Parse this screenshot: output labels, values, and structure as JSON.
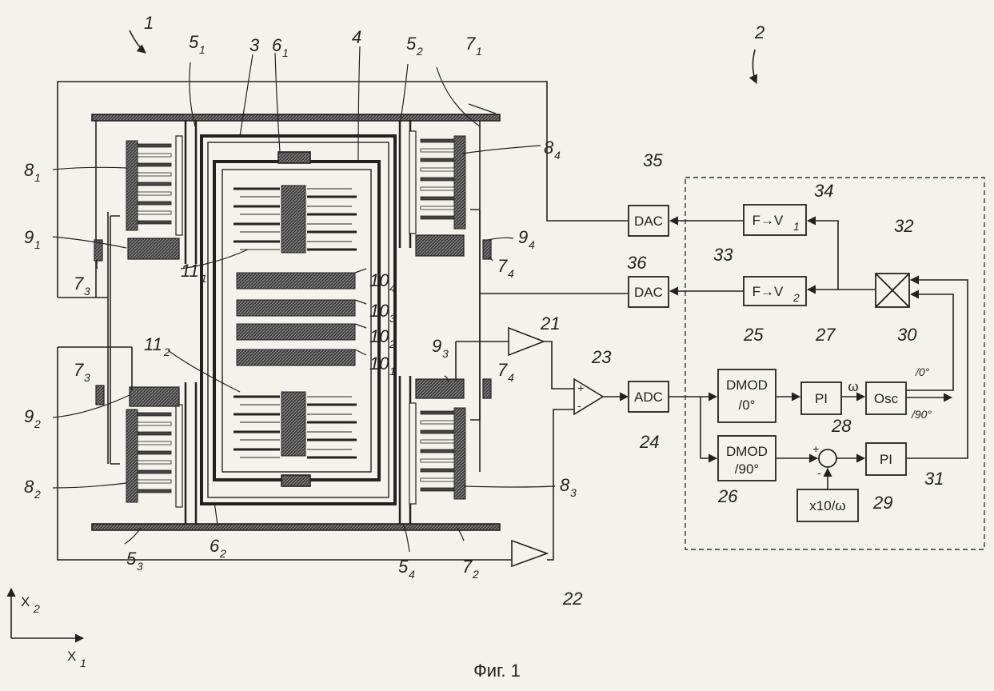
{
  "figure": {
    "caption": "Фиг. 1",
    "system_labels": {
      "sensor": "1",
      "controller": "2"
    },
    "axes": {
      "x1": "X",
      "x1_sub": "1",
      "x2": "X",
      "x2_sub": "2"
    }
  },
  "blocks": {
    "dac_1": {
      "text": "DAC",
      "ref": "35"
    },
    "dac_2": {
      "text": "DAC",
      "ref": "36"
    },
    "f_v1": {
      "text": "F→V",
      "sub": "1",
      "ref": "34"
    },
    "f_v2": {
      "text": "F→V",
      "sub": "2",
      "ref": "33"
    },
    "multiplier": {
      "ref": "32"
    },
    "adc": {
      "text": "ADC",
      "ref": "24"
    },
    "dmod_0": {
      "text": "DMOD",
      "text2": "/0°",
      "ref": "25"
    },
    "dmod_90": {
      "text": "DMOD",
      "text2": "/90°",
      "ref": "26"
    },
    "pi_1": {
      "text": "PI",
      "ref": "27"
    },
    "pi_2": {
      "text": "PI",
      "ref": "31"
    },
    "osc": {
      "text": "Osc",
      "ref": "30",
      "out_0": "/0°",
      "out_90": "/90°"
    },
    "omega": {
      "text": "ω"
    },
    "x10": {
      "text": "x10/ω",
      "ref": "29"
    },
    "summer": {
      "ref": "28",
      "plus": "+",
      "minus": "-"
    },
    "amp_21": {
      "ref": "21"
    },
    "amp_22": {
      "ref": "22"
    },
    "diff_amp": {
      "ref": "23",
      "plus": "+",
      "minus": "-"
    }
  },
  "refs": [
    {
      "id": "3",
      "text": "3"
    },
    {
      "id": "4",
      "text": "4"
    },
    {
      "id": "5_1",
      "text": "5",
      "sub": "1"
    },
    {
      "id": "5_2",
      "text": "5",
      "sub": "2"
    },
    {
      "id": "5_3",
      "text": "5",
      "sub": "3"
    },
    {
      "id": "5_4",
      "text": "5",
      "sub": "4"
    },
    {
      "id": "6_1",
      "text": "6",
      "sub": "1"
    },
    {
      "id": "6_2",
      "text": "6",
      "sub": "2"
    },
    {
      "id": "7_1",
      "text": "7",
      "sub": "1"
    },
    {
      "id": "7_2",
      "text": "7",
      "sub": "2"
    },
    {
      "id": "7_3a",
      "text": "7",
      "sub": "3"
    },
    {
      "id": "7_3b",
      "text": "7",
      "sub": "3"
    },
    {
      "id": "7_4a",
      "text": "7",
      "sub": "4"
    },
    {
      "id": "7_4b",
      "text": "7",
      "sub": "4"
    },
    {
      "id": "8_1",
      "text": "8",
      "sub": "1"
    },
    {
      "id": "8_2",
      "text": "8",
      "sub": "2"
    },
    {
      "id": "8_3",
      "text": "8",
      "sub": "3"
    },
    {
      "id": "8_4",
      "text": "8",
      "sub": "4"
    },
    {
      "id": "9_1",
      "text": "9",
      "sub": "1"
    },
    {
      "id": "9_2",
      "text": "9",
      "sub": "2"
    },
    {
      "id": "9_3",
      "text": "9",
      "sub": "3"
    },
    {
      "id": "9_4",
      "text": "9",
      "sub": "4"
    },
    {
      "id": "10_1",
      "text": "10",
      "sub": "1"
    },
    {
      "id": "10_2",
      "text": "10",
      "sub": "2"
    },
    {
      "id": "10_3",
      "text": "10",
      "sub": "3"
    },
    {
      "id": "10_4",
      "text": "10",
      "sub": "4"
    },
    {
      "id": "11_1",
      "text": "11",
      "sub": "1"
    },
    {
      "id": "11_2",
      "text": "11",
      "sub": "2"
    }
  ]
}
